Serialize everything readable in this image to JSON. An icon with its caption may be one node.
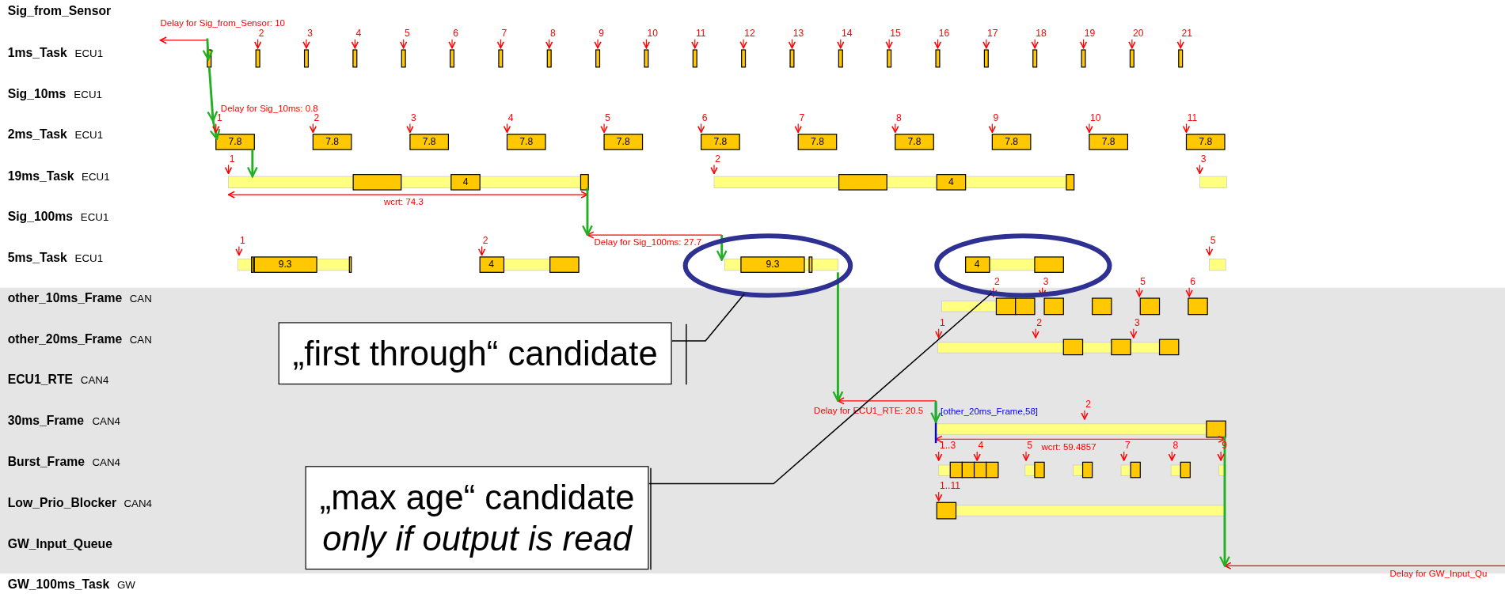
{
  "diagram": {
    "nodes": [
      {
        "text": [],
        "shape": "ellipse"
      },
      {
        "text": [],
        "shape": "ellipse"
      },
      {
        "text": [
          "„first through“ candidate"
        ]
      },
      {
        "text": [
          "„max age“ candidate",
          "only if output is read"
        ]
      }
    ],
    "edges": [
      {
        "from": 2,
        "to": 0,
        "arrow": "none"
      },
      {
        "from": 3,
        "to": 1,
        "arrow": "none"
      }
    ],
    "labels": [
      "Sig_from_Sensor",
      "1ms_Task",
      "ECU1",
      "Sig_10ms",
      "ECU1",
      "2ms_Task",
      "ECU1",
      "19ms_Task",
      "ECU1",
      "Sig_100ms",
      "ECU1",
      "5ms_Task",
      "ECU1",
      "other_10ms_Frame",
      "CAN",
      "other_20ms_Frame",
      "CAN",
      "ECU1_RTE",
      "CAN4",
      "30ms_Frame",
      "CAN4",
      "Burst_Frame",
      "CAN4",
      "Low_Prio_Blocker",
      "CAN4",
      "GW_Input_Queue",
      "GW_100ms_Task",
      "GW",
      "Delay for Sig_from_Sensor: 10",
      "2",
      "3",
      "4",
      "5",
      "6",
      "7",
      "8",
      "9",
      "10",
      "11",
      "12",
      "13",
      "14",
      "15",
      "16",
      "17",
      "18",
      "19",
      "20",
      "21",
      "Delay for Sig_10ms: 0.8",
      "1",
      "2",
      "3",
      "4",
      "5",
      "6",
      "7",
      "8",
      "9",
      "10",
      "11",
      "7.8",
      "7.8",
      "7.8",
      "7.8",
      "7.8",
      "7.8",
      "7.8",
      "7.8",
      "7.8",
      "7.8",
      "7.8",
      "1",
      "2",
      "3",
      "4",
      "4",
      "wcrt: 74.3",
      "1",
      "2",
      "Delay for Sig_100ms: 27.7",
      "5",
      "9.3",
      "4",
      "9.3",
      "4",
      "2",
      "3",
      "5",
      "6",
      "1",
      "2",
      "3",
      "Delay for ECU1_RTE: 20.5",
      "[other_20ms_Frame,58]",
      "2",
      "1..3",
      "4",
      "5",
      "wcrt: 59.4857",
      "7",
      "8",
      "9",
      "1..11",
      "Delay for GW_Input_Qu"
    ]
  }
}
